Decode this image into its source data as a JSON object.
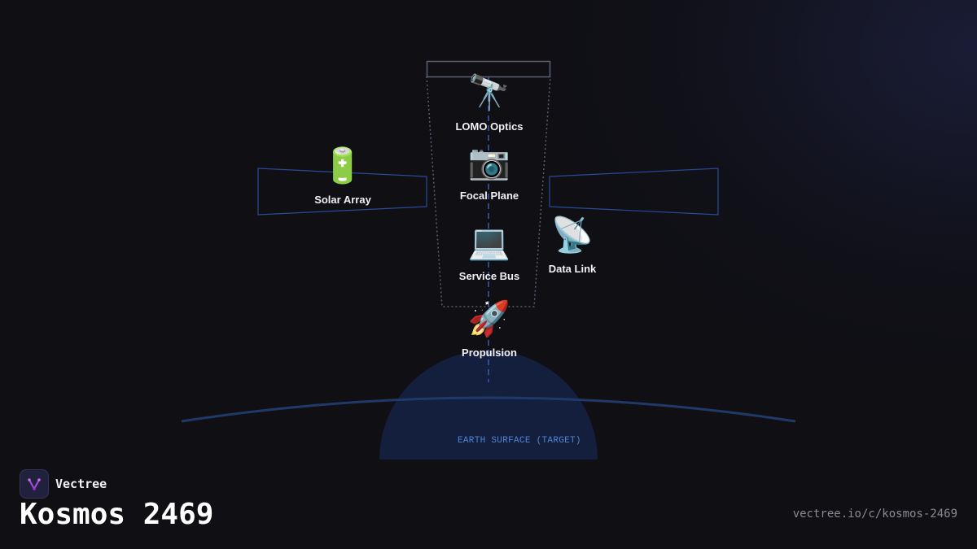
{
  "nodes": {
    "lomo_optics": {
      "icon": "telescope-icon",
      "emoji": "🔭",
      "label": "LOMO Optics"
    },
    "focal_plane": {
      "icon": "camera-icon",
      "emoji": "📷",
      "label": "Focal Plane"
    },
    "service_bus": {
      "icon": "laptop-icon",
      "emoji": "💻",
      "label": "Service Bus"
    },
    "propulsion": {
      "icon": "rocket-icon",
      "emoji": "🚀",
      "label": "Propulsion"
    },
    "solar_array": {
      "icon": "battery-icon",
      "emoji": "🔋",
      "label": "Solar Array"
    },
    "data_link": {
      "icon": "satellite-dish-icon",
      "emoji": "📡",
      "label": "Data Link"
    }
  },
  "earth": {
    "label": "EARTH SURFACE (TARGET)"
  },
  "brand": {
    "name": "Vectree",
    "logo_icon": "vectree-logo-icon"
  },
  "title": "Kosmos 2469",
  "url": "vectree.io/c/kosmos-2469",
  "colors": {
    "background": "#0f0f14",
    "panel_outline": "#2a4a9a",
    "body_outline": "#5a5f72",
    "axis": "#3a5cb0",
    "earth_fill": "#142244",
    "earth_label": "#4f86d8"
  }
}
